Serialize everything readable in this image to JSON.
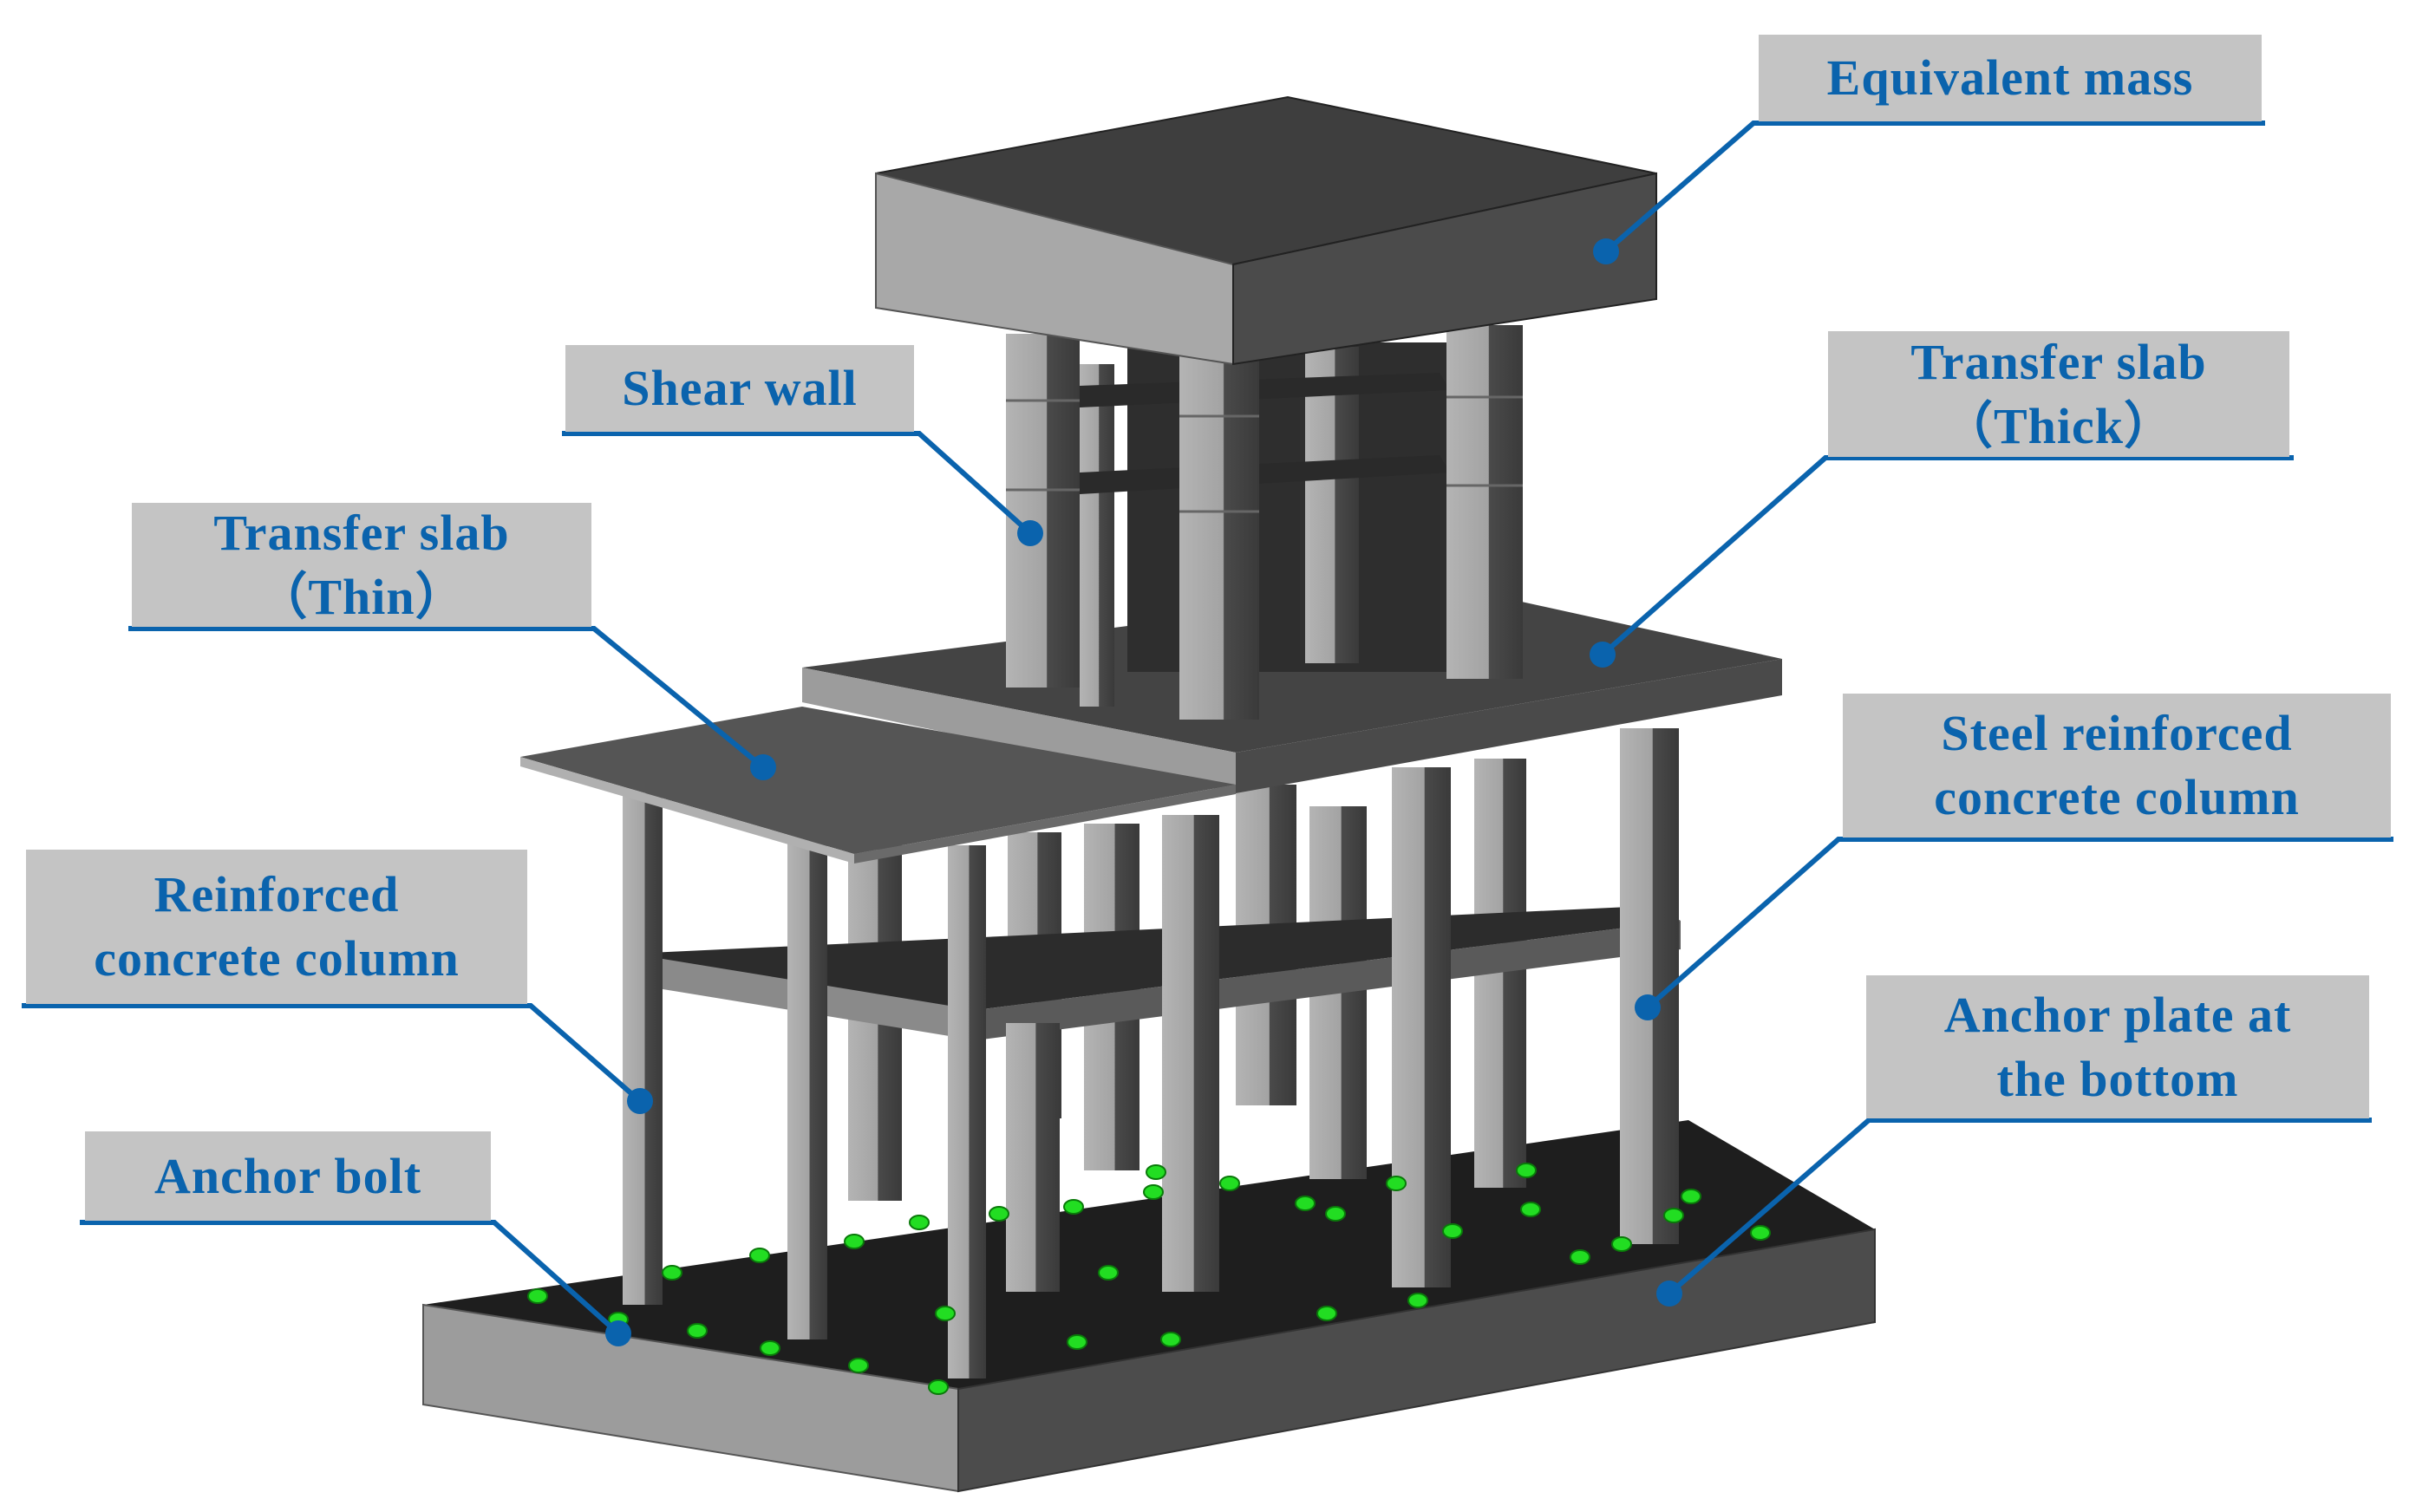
{
  "colors": {
    "label_text": "#0a63ad",
    "label_box": "#c4c4c4",
    "leader_line": "#0a63ad",
    "anchor_bolt": "#22dd22",
    "structure_dark": "#3a3a3a",
    "structure_light": "#a9a9a9"
  },
  "labels": {
    "equivalent_mass": "Equivalent mass",
    "shear_wall": "Shear wall",
    "transfer_slab_thick_line1": "Transfer slab",
    "transfer_slab_thick_line2": "（Thick）",
    "transfer_slab_thin_line1": "Transfer slab",
    "transfer_slab_thin_line2": "（Thin）",
    "steel_rc_column_line1": "Steel reinforced",
    "steel_rc_column_line2": "concrete column",
    "rc_column_line1": "Reinforced",
    "rc_column_line2": "concrete column",
    "anchor_plate_line1": "Anchor plate at",
    "anchor_plate_line2": "the bottom",
    "anchor_bolt": "Anchor bolt"
  }
}
